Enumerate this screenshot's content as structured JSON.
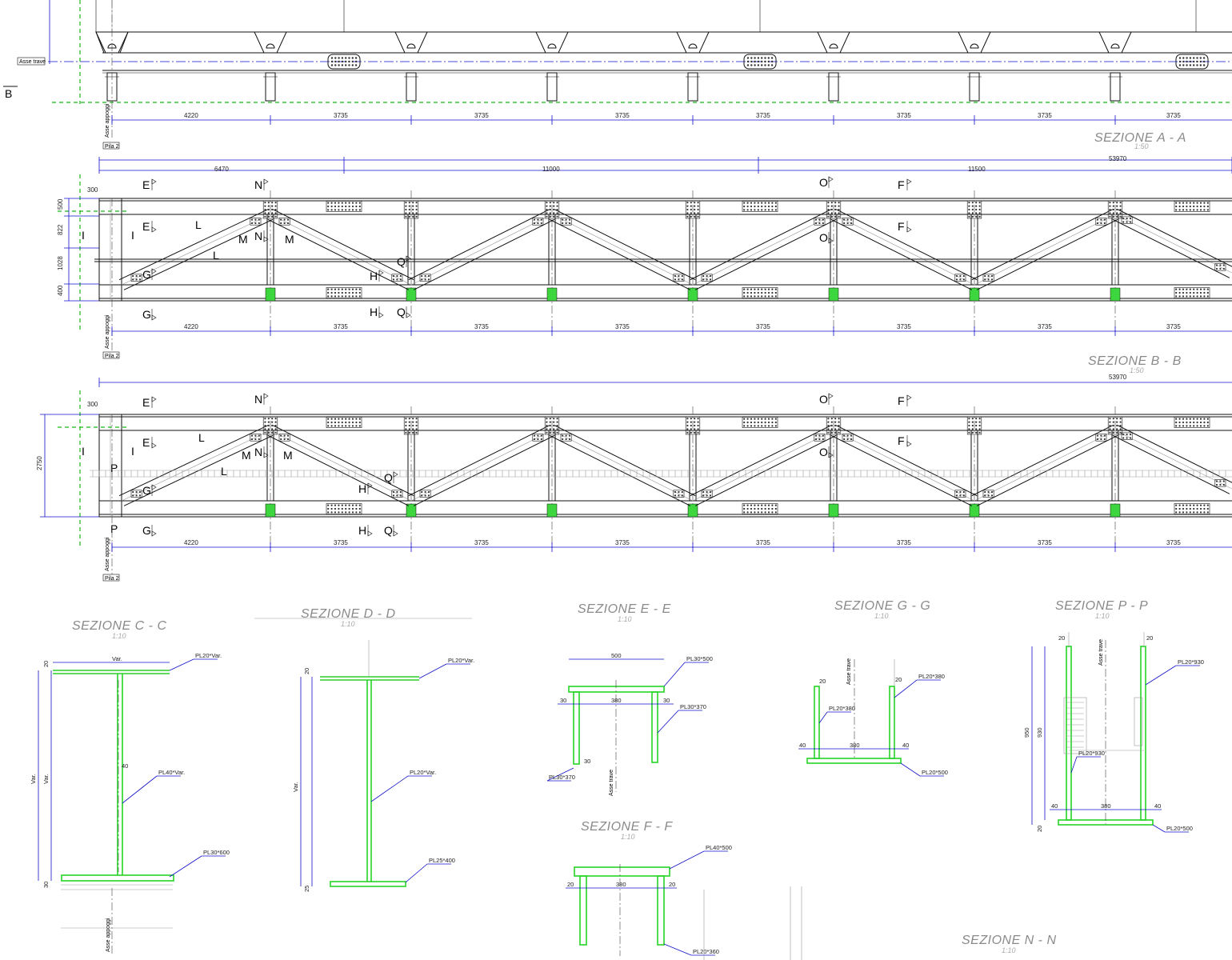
{
  "sections": {
    "aa": {
      "title": "SEZIONE A - A",
      "scale": "1:50"
    },
    "bb": {
      "title": "SEZIONE B - B",
      "scale": "1:50"
    },
    "cc": {
      "title": "SEZIONE C - C",
      "scale": "1:10"
    },
    "dd": {
      "title": "SEZIONE D - D",
      "scale": "1:10"
    },
    "ee": {
      "title": "SEZIONE E - E",
      "scale": "1:10"
    },
    "ff": {
      "title": "SEZIONE F - F",
      "scale": "1:10"
    },
    "gg": {
      "title": "SEZIONE G - G",
      "scale": "1:10"
    },
    "pp": {
      "title": "SEZIONE  P - P",
      "scale": "1:10"
    },
    "nn": {
      "title": "SEZIONE  N - N",
      "scale": "1:10"
    }
  },
  "labels": {
    "asse_trave": "Asse trave",
    "asse_appoggi": "Asse appoggi",
    "pila": "Pila 2",
    "b_mark": "B"
  },
  "spans": [
    "4220",
    "3735",
    "3735",
    "3735",
    "3735",
    "3735",
    "3735",
    "3735"
  ],
  "overall": {
    "total": "53970",
    "seg1": "6470",
    "seg2": "11000",
    "seg3": "11500",
    "edge": "300"
  },
  "heights_mid": [
    "500",
    "822",
    "1028",
    "400"
  ],
  "height_bot": "2750",
  "section_tags": {
    "e": "E",
    "n": "N",
    "o": "O",
    "f": "F",
    "i": "I",
    "l": "L",
    "m": "M",
    "g": "G",
    "h": "H",
    "q": "Q",
    "p": "P"
  },
  "cc": {
    "var_top": "Var.",
    "var_side": "Var.",
    "var_side2": "Var.",
    "t20": "20",
    "t40": "40",
    "t30": "30",
    "pl_top": "PL20*Var.",
    "pl_web": "PL40*Var.",
    "pl_bot": "PL30*600"
  },
  "dd": {
    "t20": "20",
    "t25": "25",
    "var": "Var.",
    "pl_top": "PL20*Var.",
    "pl_web": "PL20*Var.",
    "pl_bot": "PL25*400"
  },
  "ee": {
    "w": "500",
    "c": "380",
    "t1": "30",
    "t2": "30",
    "t3": "30",
    "pl_top": "PL30*500",
    "pl_web": "PL30*370",
    "pl_web2": "PL30*370"
  },
  "ff": {
    "c": "380",
    "t1": "20",
    "t2": "20",
    "pl_top": "PL40*500",
    "pl_web": "PL20*360"
  },
  "gg": {
    "t20a": "20",
    "t20b": "20",
    "c": "380",
    "t40a": "40",
    "t40b": "40",
    "pl_web": "PL20*380",
    "pl_web2": "PL20*380",
    "pl_bot": "PL20*500"
  },
  "pp": {
    "t20a": "20",
    "t20b": "20",
    "h1": "950",
    "h2": "930",
    "c": "380",
    "t40a": "40",
    "t40b": "40",
    "t20c": "20",
    "pl_web": "PL20*930",
    "pl_web2": "PL20*930",
    "pl_bot": "PL20*500"
  }
}
